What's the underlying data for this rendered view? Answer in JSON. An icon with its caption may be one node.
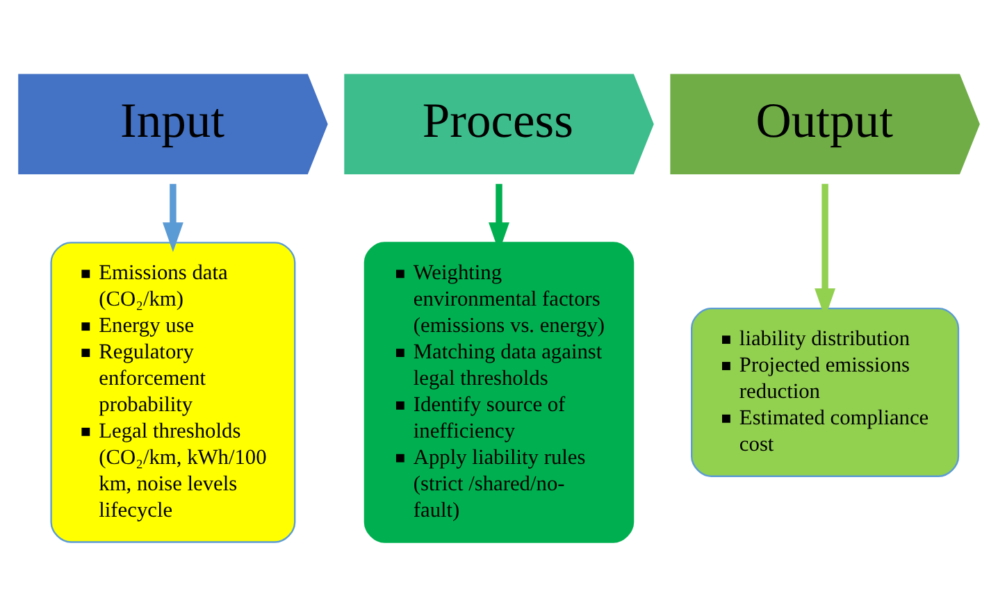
{
  "diagram": {
    "nodes": [
      {
        "text": [
          "Input"
        ]
      },
      {
        "text": [
          "Process"
        ]
      },
      {
        "text": [
          "Output"
        ]
      },
      {
        "text": [
          "Emissions data (CO₂/km)",
          "Energy use",
          "Regulatory enforcement probability",
          "Legal thresholds (CO₂/km, kWh/100 km, noise levels lifecycle"
        ]
      },
      {
        "text": [
          "Weighting environmental factors (emissions vs. energy)",
          "Matching data against legal thresholds",
          "Identify source of inefficiency",
          "Apply liability rules (strict /shared/no-fault)"
        ]
      },
      {
        "text": [
          "liability distribution",
          "Projected emissions reduction",
          "Estimated compliance cost"
        ]
      }
    ],
    "edges": [
      {
        "from": 0,
        "to": 3,
        "arrow": "to",
        "color": "#5b9bd5"
      },
      {
        "from": 1,
        "to": 4,
        "arrow": "to",
        "color": "#00b050"
      },
      {
        "from": 2,
        "to": 5,
        "arrow": "to",
        "color": "#92d050"
      }
    ]
  }
}
